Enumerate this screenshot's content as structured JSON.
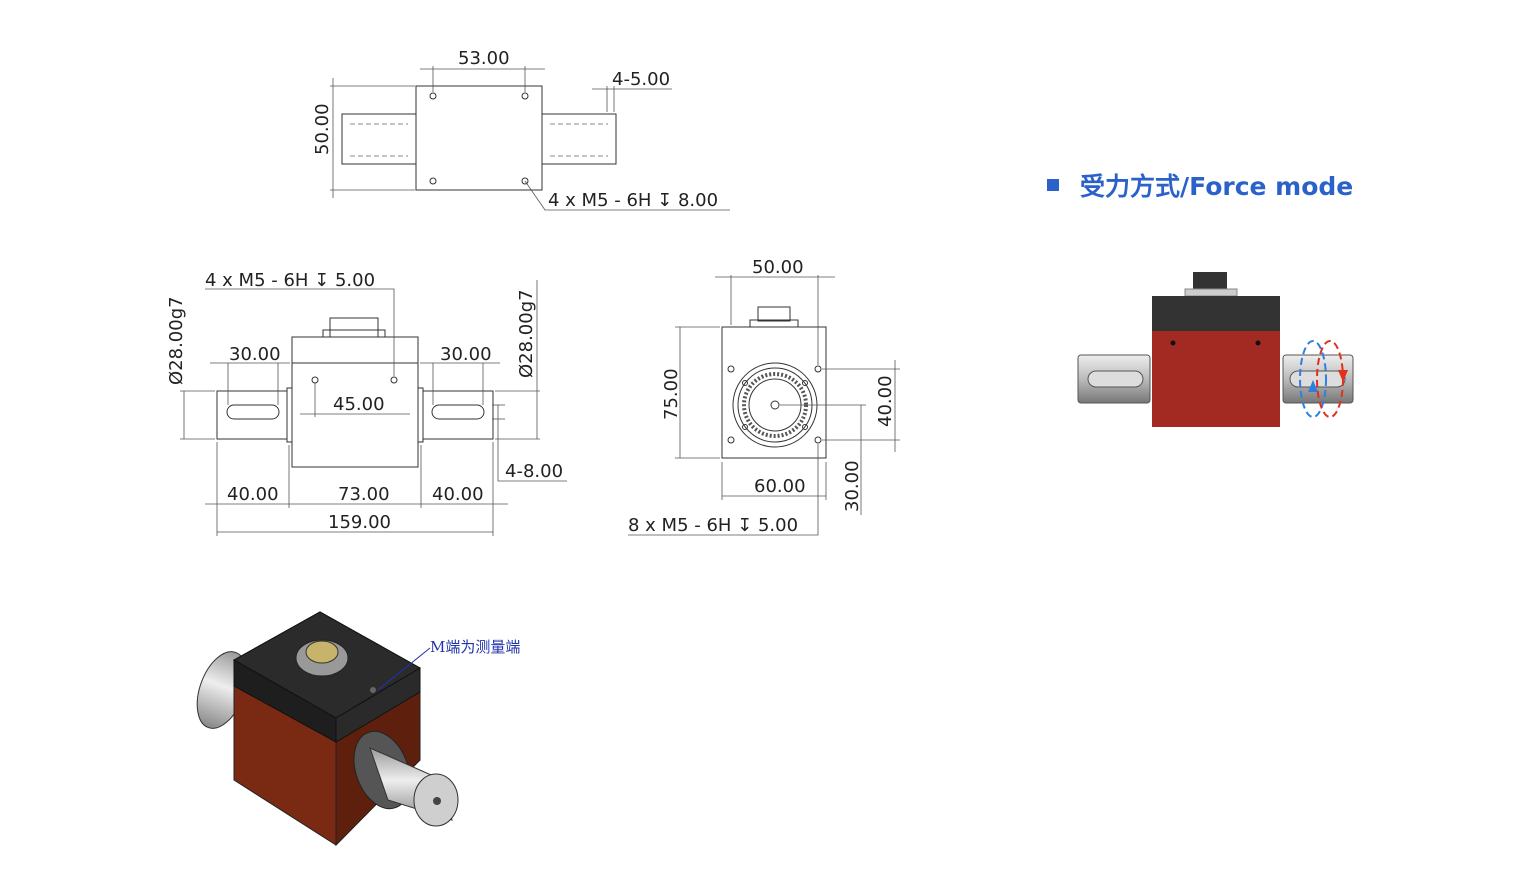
{
  "top_view": {
    "width_53": "53.00",
    "slot_4_5": "4-5.00",
    "height_50": "50.00",
    "thread_note": "4 x  M5 - 6H ↧ 8.00"
  },
  "front_view": {
    "thread_note": "4 x  M5 - 6H ↧ 5.00",
    "dia_left": "Ø28.00g7",
    "dia_right": "Ø28.00g7",
    "slot_left": "30.00",
    "slot_right": "30.00",
    "hole_spacing": "45.00",
    "keyway": "4-8.00",
    "shaft_left": "40.00",
    "body": "73.00",
    "shaft_right": "40.00",
    "overall": "159.00"
  },
  "side_view": {
    "width_50": "50.00",
    "height_75": "75.00",
    "height_40": "40.00",
    "width_60": "60.00",
    "height_30": "30.00",
    "thread_note": "8 x  M5 - 6H ↧ 5.00"
  },
  "iso_view": {
    "callout": "M端为测量端"
  },
  "force_mode": {
    "title": "受力方式/Force mode",
    "accent": "#2a62c9",
    "body_color": "#a32a22",
    "top_color": "#333333"
  }
}
